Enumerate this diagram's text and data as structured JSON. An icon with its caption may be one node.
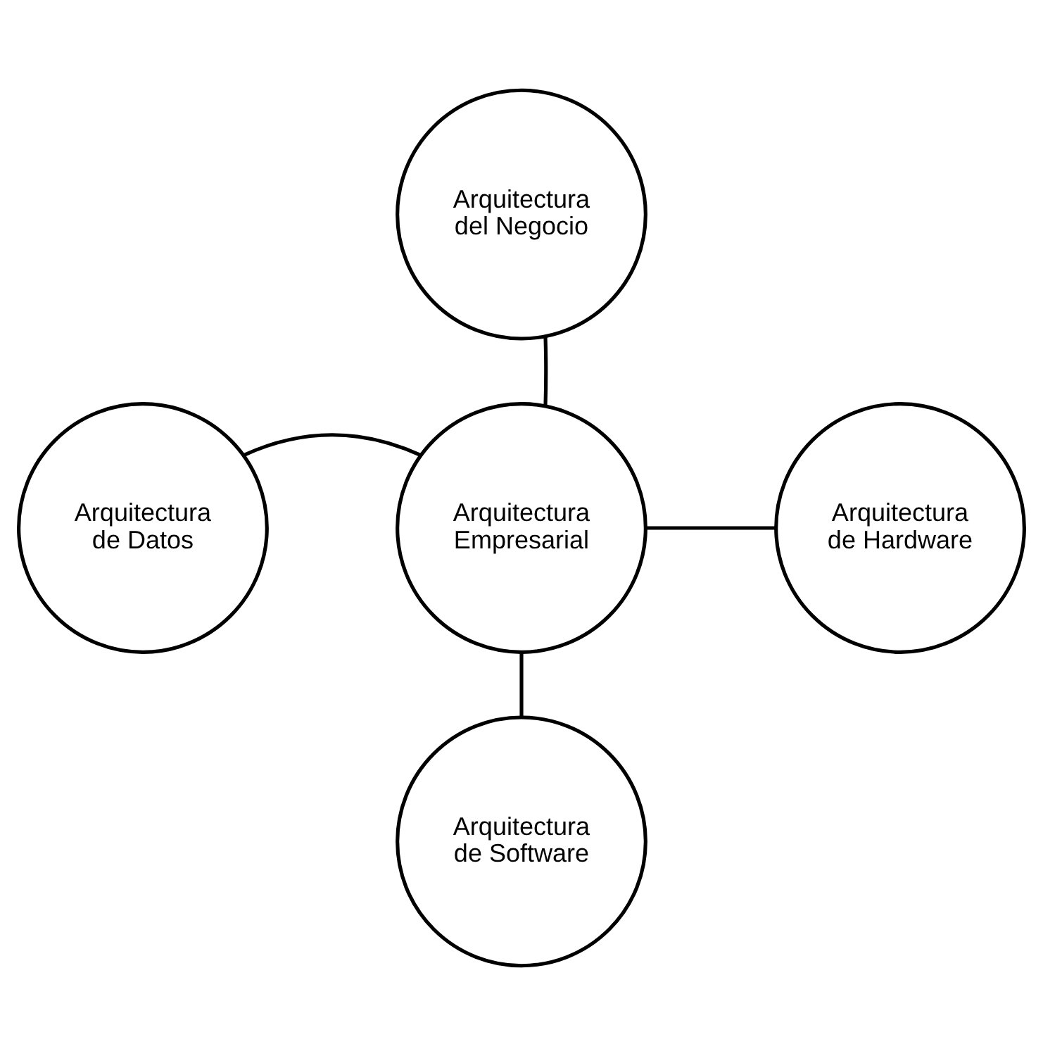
{
  "diagram": {
    "nodes": [
      {
        "text": [
          "Arquitectura del Negocio"
        ]
      },
      {
        "text": [
          "Arquitectura de Datos"
        ]
      },
      {
        "text": [
          "Arquitectura Empresarial"
        ]
      },
      {
        "text": [
          "Arquitectura de Hardware"
        ]
      },
      {
        "text": [
          "Arquitectura de Software"
        ]
      }
    ],
    "edges": [
      {
        "from": 2,
        "to": 0,
        "arrow": "none"
      },
      {
        "from": 2,
        "to": 1,
        "arrow": "none"
      },
      {
        "from": 2,
        "to": 3,
        "arrow": "none"
      },
      {
        "from": 2,
        "to": 4,
        "arrow": "none"
      }
    ]
  }
}
